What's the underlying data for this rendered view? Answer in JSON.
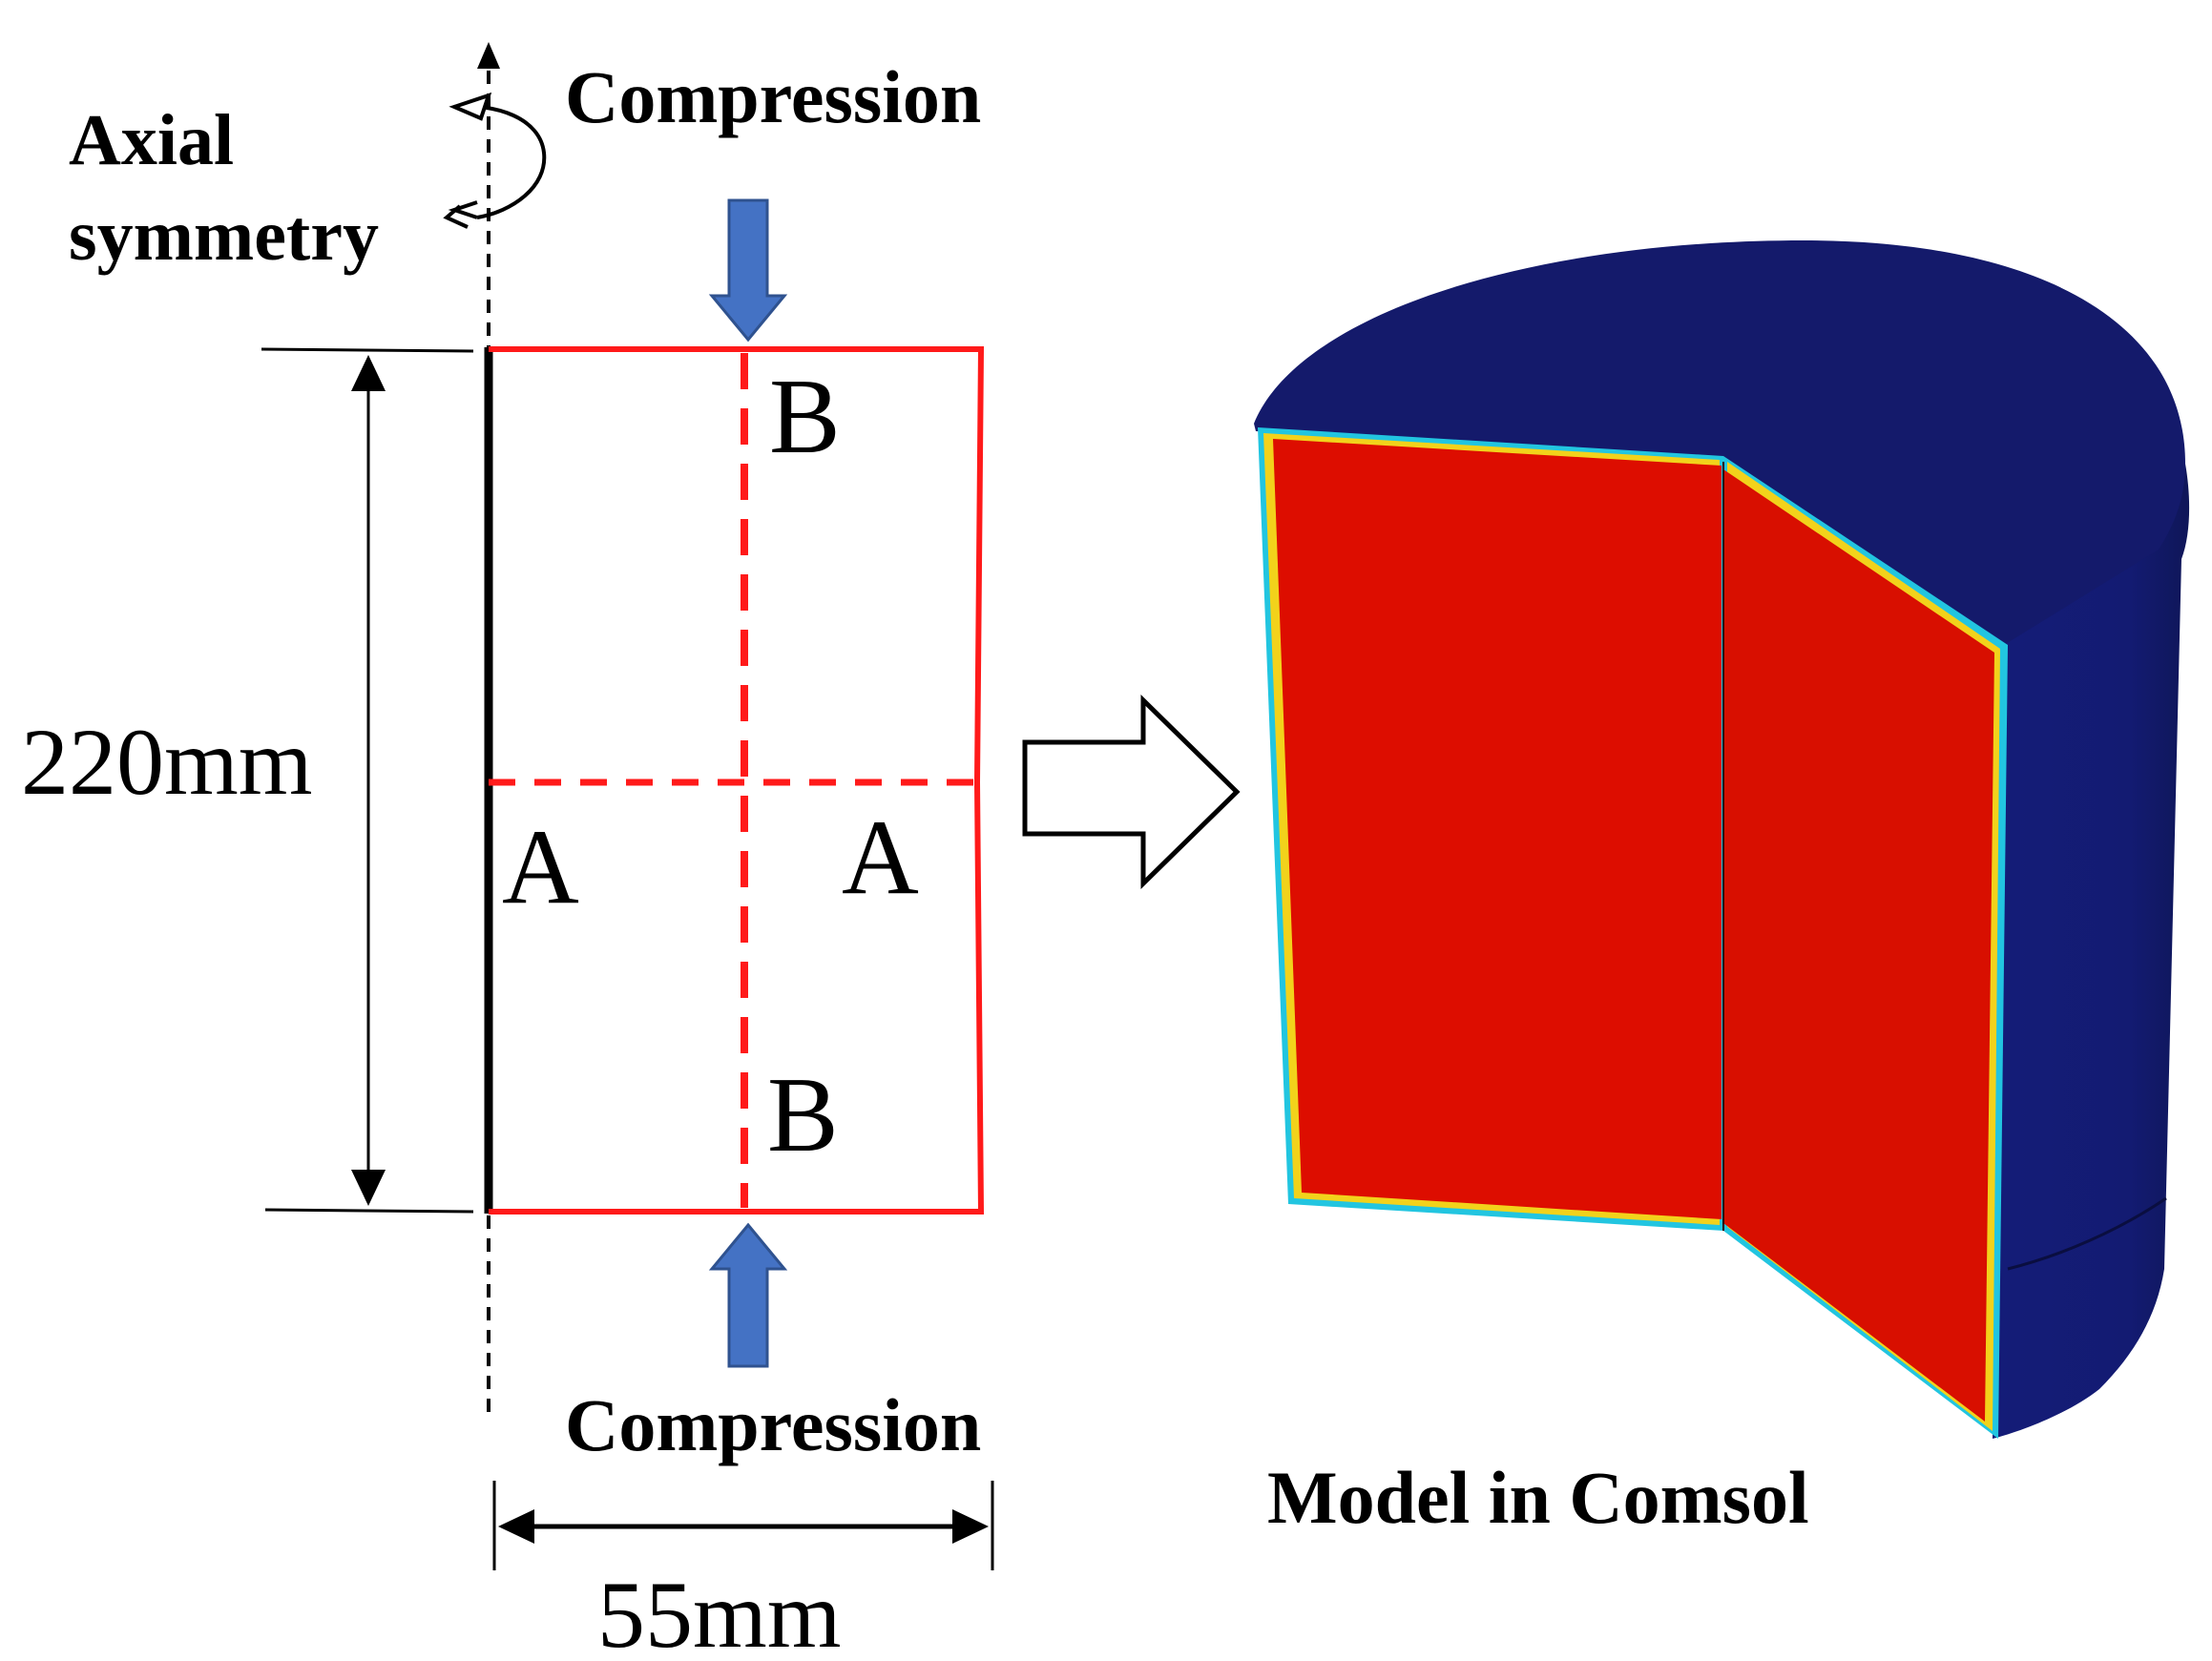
{
  "labels": {
    "axial_line1": "Axial",
    "axial_line2": "symmetry",
    "compression_top": "Compression",
    "compression_bottom": "Compression",
    "height_dim": "220mm",
    "width_dim": "55mm",
    "point_b_top": "B",
    "point_b_bottom": "B",
    "point_a_left": "A",
    "point_a_right": "A",
    "model_caption": "Model in Comsol"
  },
  "colors": {
    "outline_red": "#ff1a1a",
    "axis_black": "#000000",
    "arrow_blue": "#4472c4",
    "arrow_blue_edge": "#2f528f",
    "model_top": "#141a6b",
    "model_side": "#121a6e",
    "model_cut": "#dd0d00",
    "model_edge_cyan": "#22c5e0",
    "model_edge_yellow": "#f2d21b"
  },
  "icons": {
    "rotation": "curved-rotation-arrow-icon",
    "transition": "hollow-right-arrow-icon"
  }
}
